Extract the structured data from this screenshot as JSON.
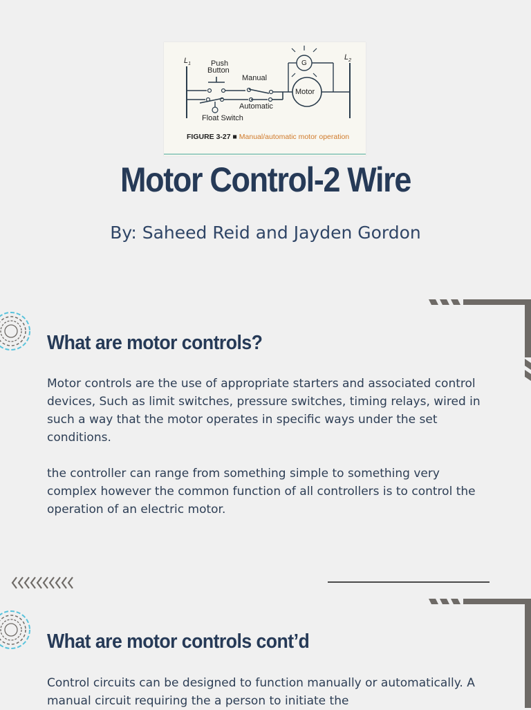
{
  "figure": {
    "l1": "L",
    "l1_sub": "1",
    "l2": "L",
    "l2_sub": "2",
    "push_button": "Push",
    "push_button_2": "Button",
    "manual": "Manual",
    "generator": "G",
    "motor": "Motor",
    "automatic": "Automatic",
    "float_switch": "Float Switch",
    "caption_number": "FIGURE 3-27",
    "caption_bullet": "■",
    "caption_text": "Manual/automatic motor operation"
  },
  "title": "Motor Control-2 Wire",
  "byline": "By: Saheed Reid and Jayden Gordon",
  "sections": [
    {
      "heading": "What are motor controls?",
      "paragraphs": [
        "Motor controls are the use of appropriate starters and associated control devices, Such as limit switches, pressure switches, timing relays, wired in such a way that the motor operates in specific ways under the set conditions.",
        "the controller can range from something simple to something very complex however the common function of all controllers is to control the operation of an electric motor."
      ]
    },
    {
      "heading": "What are motor controls cont’d",
      "paragraphs": [
        "Control circuits can be designed to function manually or automatically. A manual circuit requiring the a person to initiate the"
      ]
    }
  ],
  "colors": {
    "background": "#f0f0f0",
    "title": "#263a57",
    "body_text": "#2d3e55",
    "decor_gray": "#6e6a66",
    "decor_cyan": "#58c3dc"
  },
  "icons": [
    "concentric-circle-icon",
    "chevron-left-row-icon",
    "corner-bracket-decoration"
  ]
}
